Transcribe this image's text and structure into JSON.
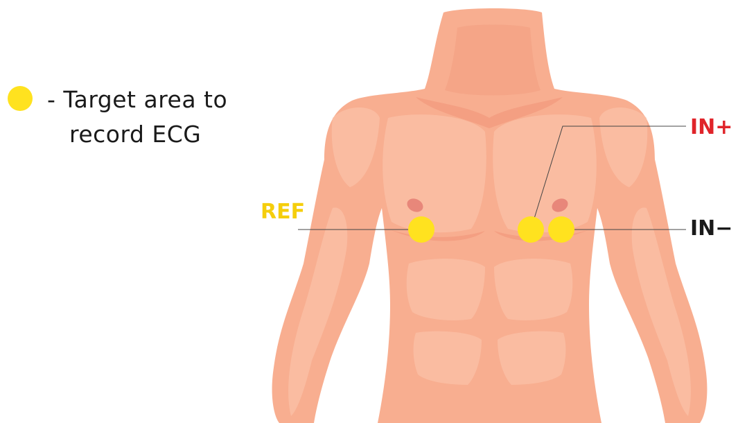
{
  "legend": {
    "dot_color": "#FFE21F",
    "line1": "- Target area to",
    "line2": "record ECG"
  },
  "electrodes": {
    "ref": {
      "label": "REF",
      "color": "#F5CE0C"
    },
    "in_plus": {
      "label": "IN+",
      "color": "#E0242A"
    },
    "in_minus": {
      "label": "IN−",
      "color": "#1A1A1A"
    },
    "electrode_color": "#FFE21F"
  },
  "colors": {
    "skin": "#F8AE90",
    "skin_shade": "#F29B7E",
    "skin_highlight": "#FBC2A8",
    "nipple": "#E8877A",
    "leader_line": "#444444"
  }
}
